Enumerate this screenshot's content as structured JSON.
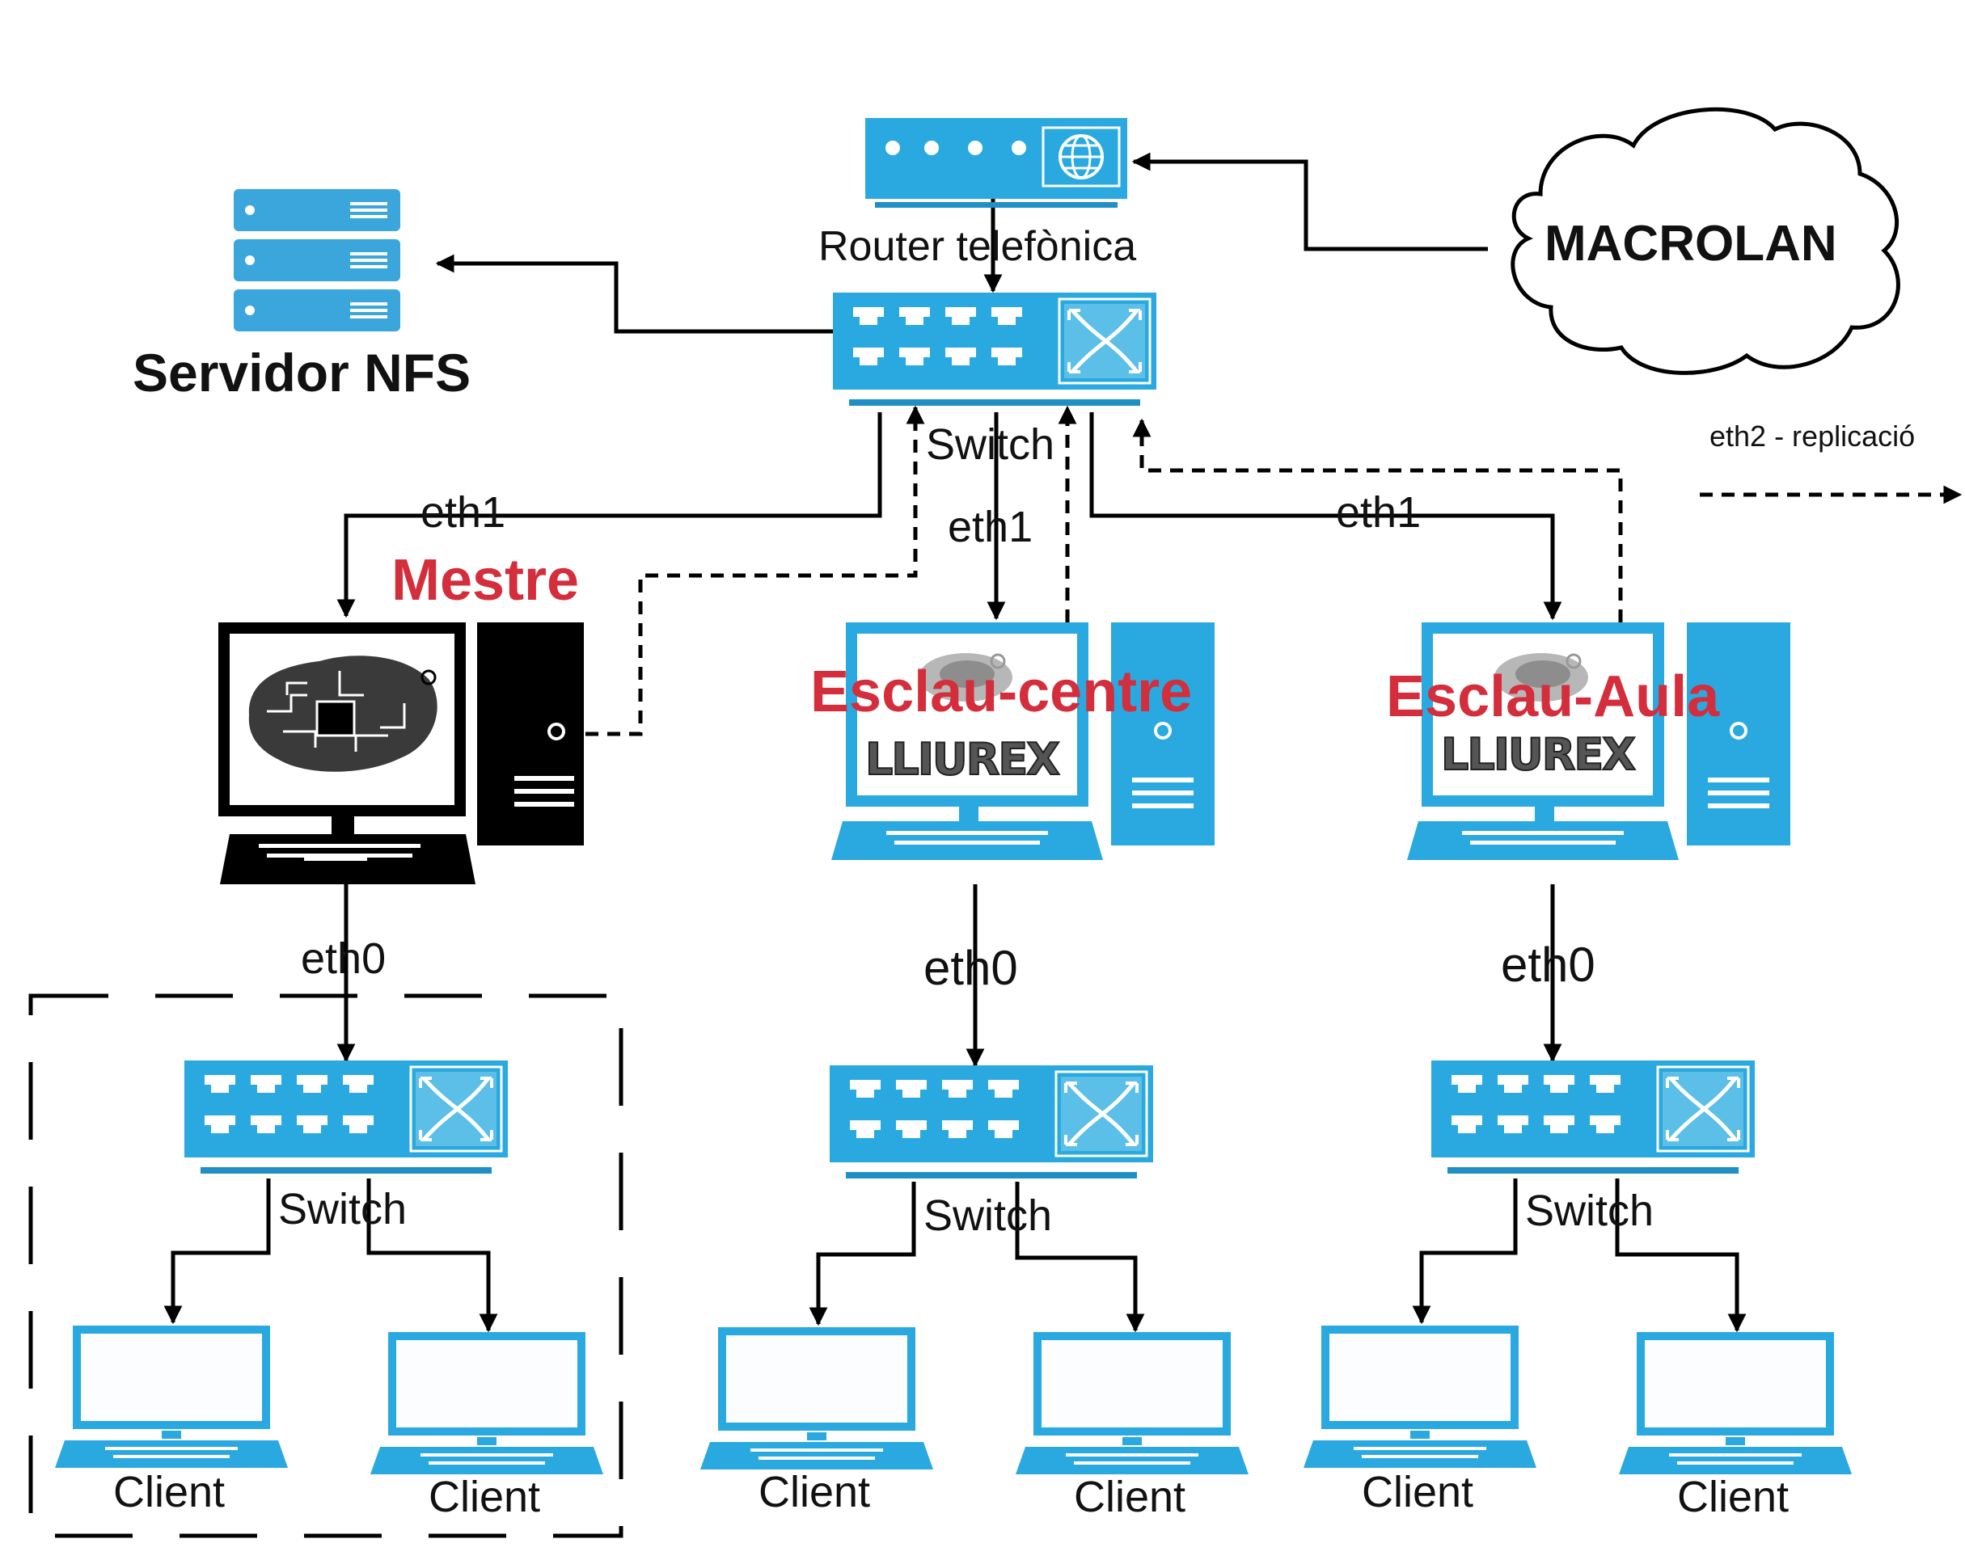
{
  "router": {
    "label": "Router telefònica"
  },
  "cloud": {
    "label": "MACROLAN"
  },
  "server": {
    "label": "Servidor NFS"
  },
  "legend": {
    "label": "eth2 - replicació"
  },
  "core_switch": {
    "label": "Switch"
  },
  "nodes": {
    "mestre": {
      "label": "Mestre",
      "uplink": "eth1",
      "downlink": "eth0",
      "switch_label": "Switch",
      "clients": [
        "Client",
        "Client"
      ]
    },
    "esclau_centre": {
      "label": "Esclau-centre",
      "uplink": "eth1",
      "downlink": "eth0",
      "switch_label": "Switch",
      "clients": [
        "Client",
        "Client"
      ],
      "logo_text": "LLIUREX"
    },
    "esclau_aula": {
      "label": "Esclau-Aula",
      "uplink": "eth1",
      "downlink": "eth0",
      "switch_label": "Switch",
      "clients": [
        "Client",
        "Client"
      ],
      "logo_text": "LLIUREX"
    }
  },
  "colors": {
    "device_blue": "#29a9e0",
    "highlight_red": "#d42d3c",
    "master_black": "#000000"
  }
}
